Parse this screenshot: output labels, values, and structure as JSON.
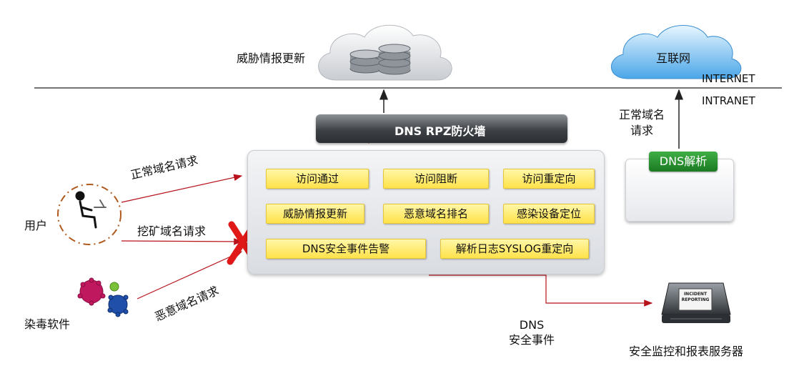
{
  "labels": {
    "threat_update_top": "威胁情报更新",
    "internet_cloud": "互联网",
    "internet": "INTERNET",
    "intranet": "INTRANET",
    "normal_req_right": "正常域名\n请求",
    "firewall": "DNS RPZ防火墙",
    "dns_resolve": "DNS解析",
    "user": "用户",
    "normal_req": "正常域名请求",
    "mining_req": "挖矿域名请求",
    "malicious_req": "恶意域名请求",
    "malware": "染毒软件",
    "dns_event": "DNS\n安全事件",
    "server": "安全监控和报表服务器",
    "server_badge": "INCIDENT\nREPORTING"
  },
  "features": [
    "访问通过",
    "访问阻断",
    "访问重定向",
    "威胁情报更新",
    "恶意域名排名",
    "感染设备定位",
    "DNS安全事件告警",
    "解析日志SYSLOG重定向"
  ],
  "colors": {
    "arrow_red": "#b8121c",
    "x_red": "#e01818",
    "feature_yellow": "#ffe24a",
    "dns_green": "#1b7a22"
  }
}
